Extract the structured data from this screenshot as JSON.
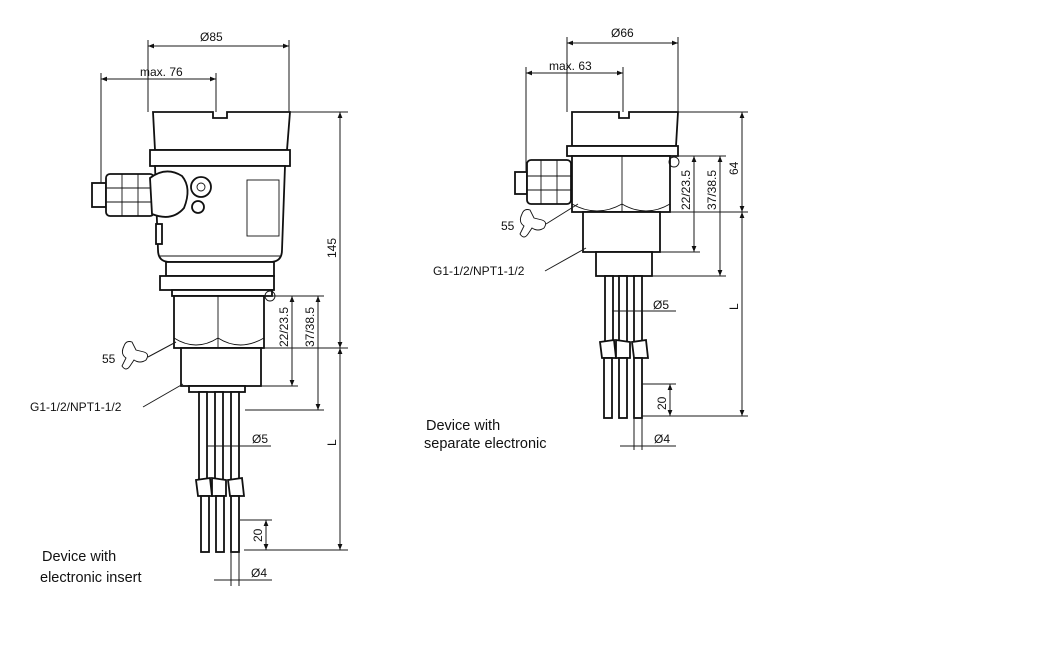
{
  "left_device": {
    "dim_dia_housing": "Ø85",
    "dim_max_width": "max. 76",
    "dim_total_height": "145",
    "dim_thread_length": "22/23.5",
    "dim_hex_length": "37/38.5",
    "dim_wrench": "55",
    "dim_thread": "G1-1/2/NPT1-1/2",
    "dim_fork_dia": "Ø5",
    "dim_length": "L",
    "dim_tip_length": "20",
    "dim_tip_dia": "Ø4",
    "caption_line1": "Device with",
    "caption_line2": "electronic insert"
  },
  "right_device": {
    "dim_dia_housing": "Ø66",
    "dim_max_width": "max. 63",
    "dim_housing_height": "64",
    "dim_thread_length": "22/23.5",
    "dim_hex_length": "37/38.5",
    "dim_wrench": "55",
    "dim_thread": "G1-1/2/NPT1-1/2",
    "dim_fork_dia": "Ø5",
    "dim_length": "L",
    "dim_tip_length": "20",
    "dim_tip_dia": "Ø4",
    "caption_line1": "Device with",
    "caption_line2": "separate electronic"
  },
  "colors": {
    "line": "#1a1a1a",
    "background": "#ffffff"
  }
}
